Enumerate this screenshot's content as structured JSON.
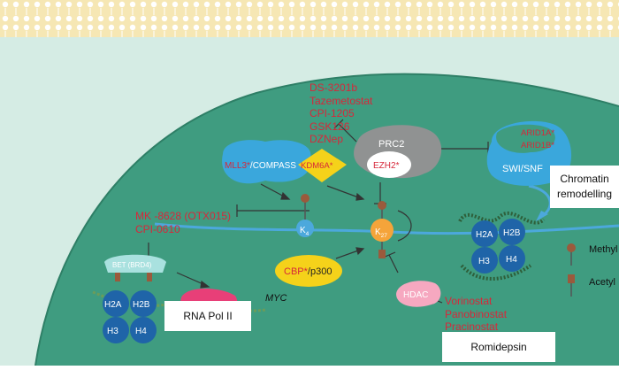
{
  "colors": {
    "membrane": "#f3e0a0",
    "cell_bg": "#d3ebe4",
    "nucleus": "#3d9b7e",
    "drug_text": "#d6283a",
    "protein_blue": "#3aa7dc",
    "histone_blue": "#1f5f9e",
    "kdm6a_yellow": "#f5d21a",
    "hdac_pink": "#f6a4be",
    "prc2_gray": "#8f9191",
    "dna_line": "#4ba3d6"
  },
  "labels": {
    "mll3": "MLL3",
    "compass": "/COMPASS",
    "kdm6a": "KDM6A",
    "prc2": "PRC2",
    "ezh2": "EZH2",
    "arid1a": "ARID1A",
    "arid1b": "ARID1B",
    "swi_snf": "SWI/SNF",
    "k4": "K",
    "k4_sub": "4",
    "k27": "K",
    "k27_sub": "27",
    "cbp": "CBP",
    "p300": "/p300",
    "hdac": "HDAC",
    "bet": "BET (BRD4)",
    "myc": "MYC",
    "asterisk": "*",
    "histone_nucleosome_right": [
      "H2A",
      "H2B",
      "H3",
      "H4"
    ],
    "histone_nucleosome_left": [
      "H2A",
      "H2B",
      "H3",
      "H4"
    ]
  },
  "drug_groups": {
    "prc2_inhibitors": [
      "DS-3201b",
      "Tazemetostat",
      "CPI-1205",
      "GSK126",
      "DZNep"
    ],
    "bet_inhibitors": [
      "MK -8628 (OTX015)",
      "CPI-0610"
    ],
    "hdac_inhibitors": [
      "Vorinostat",
      "Panobinostat",
      "Pracinostat"
    ]
  },
  "boxes": {
    "chromatin_remodelling": "Chromatin remodelling",
    "rna_pol_ii": "RNA Pol II",
    "romidepsin": "Romidepsin"
  },
  "legend": {
    "methyl": "Methyl",
    "acetyl": "Acetyl"
  }
}
